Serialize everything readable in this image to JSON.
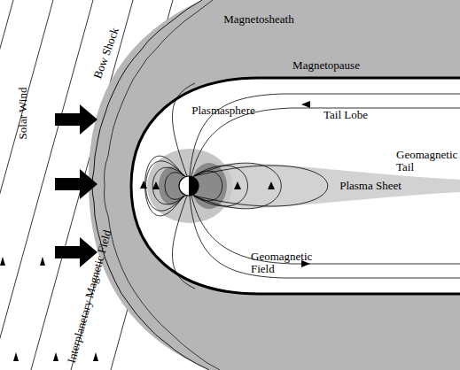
{
  "diagram": {
    "labels": [
      "Solar Wind",
      "Interplanetary Magnetic Field",
      "Bow Shock",
      "Magnetosheath",
      "Magnetopause",
      "Plasmasphere",
      "Tail Lobe",
      "Geomagnetic Tail",
      "Plasma Sheet",
      "Geomagnetic Field"
    ]
  }
}
